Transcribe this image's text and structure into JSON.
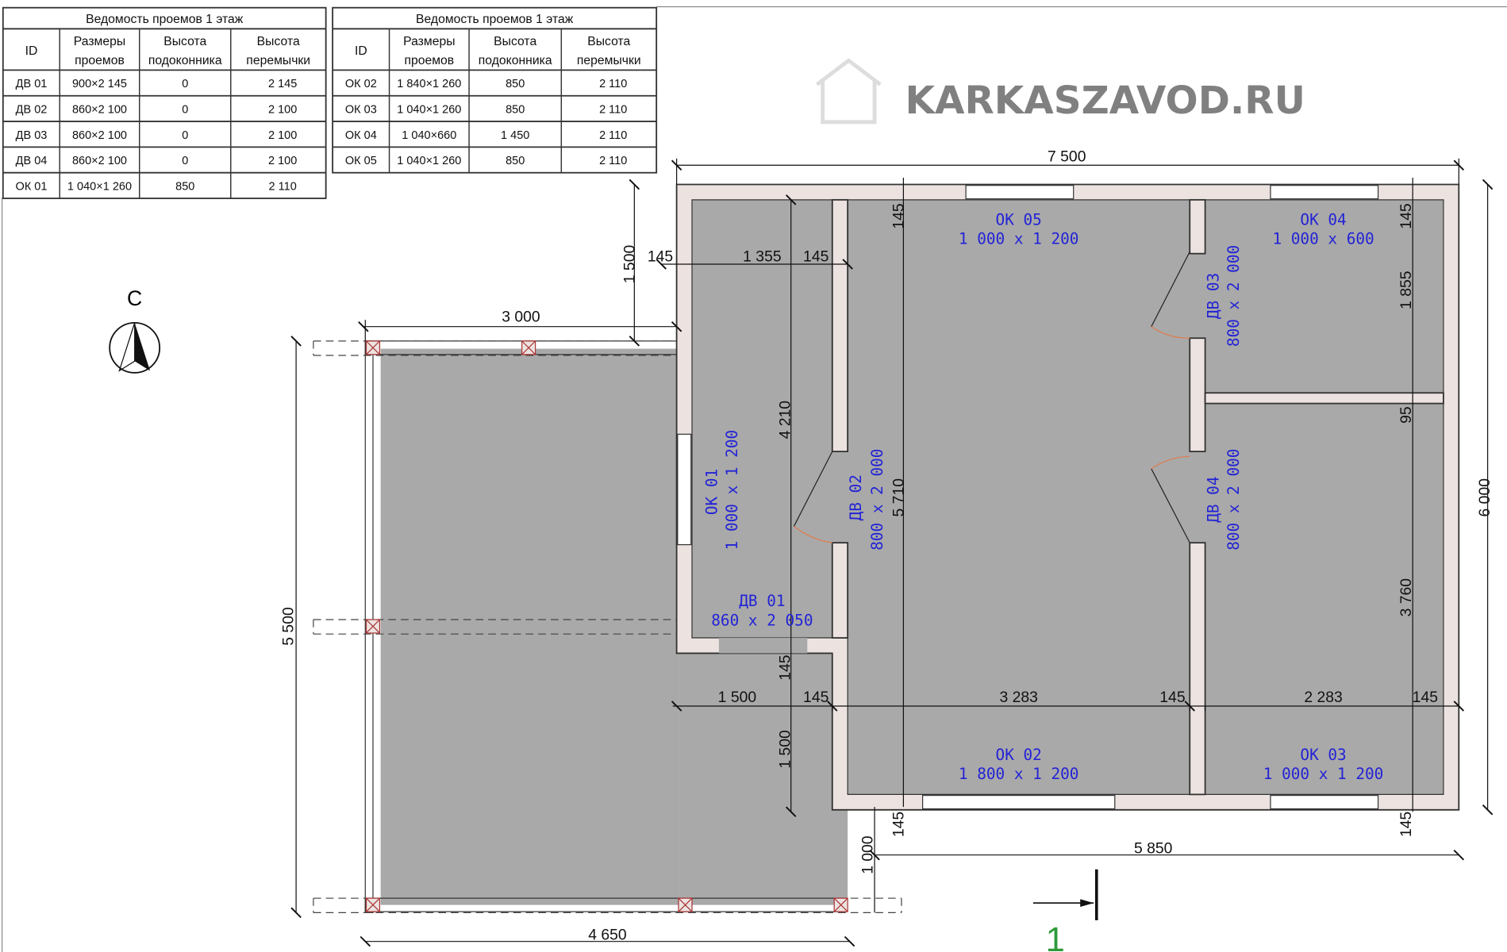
{
  "tables": [
    {
      "title": "Ведомость проемов 1 этаж",
      "headers": [
        [
          "ID",
          ""
        ],
        [
          "Размеры",
          "проемов"
        ],
        [
          "Высота",
          "подоконника"
        ],
        [
          "Высота",
          "перемычки"
        ]
      ],
      "rows": [
        [
          "ДВ 01",
          "900×2 145",
          "0",
          "2 145"
        ],
        [
          "ДВ 02",
          "860×2 100",
          "0",
          "2 100"
        ],
        [
          "ДВ 03",
          "860×2 100",
          "0",
          "2 100"
        ],
        [
          "ДВ 04",
          "860×2 100",
          "0",
          "2 100"
        ],
        [
          "ОК 01",
          "1 040×1 260",
          "850",
          "2 110"
        ]
      ]
    },
    {
      "title": "Ведомость проемов 1 этаж",
      "headers": [
        [
          "ID",
          ""
        ],
        [
          "Размеры",
          "проемов"
        ],
        [
          "Высота",
          "подоконника"
        ],
        [
          "Высота",
          "перемычки"
        ]
      ],
      "rows": [
        [
          "ОК 02",
          "1 840×1 260",
          "850",
          "2 110"
        ],
        [
          "ОК 03",
          "1 040×1 260",
          "850",
          "2 110"
        ],
        [
          "ОК 04",
          "1 040×660",
          "1 450",
          "2 110"
        ],
        [
          "ОК 05",
          "1 040×1 260",
          "850",
          "2 110"
        ]
      ]
    }
  ],
  "north": "С",
  "watermark": "KARKASZAVOD.RU",
  "section_mark": "1",
  "labels": {
    "ok05": [
      "ОК 05",
      "1 000 x 1 200"
    ],
    "ok04": [
      "ОК 04",
      "1 000 x 600"
    ],
    "dv03": [
      "ДВ 03",
      "800 x 2 000"
    ],
    "dv04": [
      "ДВ 04",
      "800 x 2 000"
    ],
    "ok01": [
      "ОК 01",
      "1 000 x 1 200"
    ],
    "dv02": [
      "ДВ 02",
      "800 x 2 000"
    ],
    "dv01": [
      "ДВ 01",
      "860 x 2 050"
    ],
    "ok02": [
      "ОК 02",
      "1 800 x 1 200"
    ],
    "ok03": [
      "ОК 03",
      "1 000 x 1 200"
    ]
  },
  "dims": {
    "total_width": "7 500",
    "top_a": "145",
    "top_b": "1 355",
    "top_c": "145",
    "v_1500_top": "1 500",
    "terrace_width": "3 000",
    "v145_a": "145",
    "v145_b": "145",
    "v1855": "1 855",
    "v95": "95",
    "v3760": "3 760",
    "v4210": "4 210",
    "v5710": "5 710",
    "total_height": "6 000",
    "terrace_height": "5 500",
    "v145_c": "145",
    "b_1500": "1 500",
    "b_145a": "145",
    "b_3283": "3 283",
    "b_145b": "145",
    "b_2283": "2 283",
    "b_145c": "145",
    "v1500_bottom": "1 500",
    "v145_d": "145",
    "v145_e": "145",
    "bottom_width": "5 850",
    "v1000": "1 000",
    "terrace_bottom": "4 650"
  },
  "colors": {
    "floor": "#a9a9a9",
    "wall": "#ece3e1",
    "label": "#2323d6",
    "door_arc": "#e07b4a",
    "section": "#2e9a3a"
  }
}
